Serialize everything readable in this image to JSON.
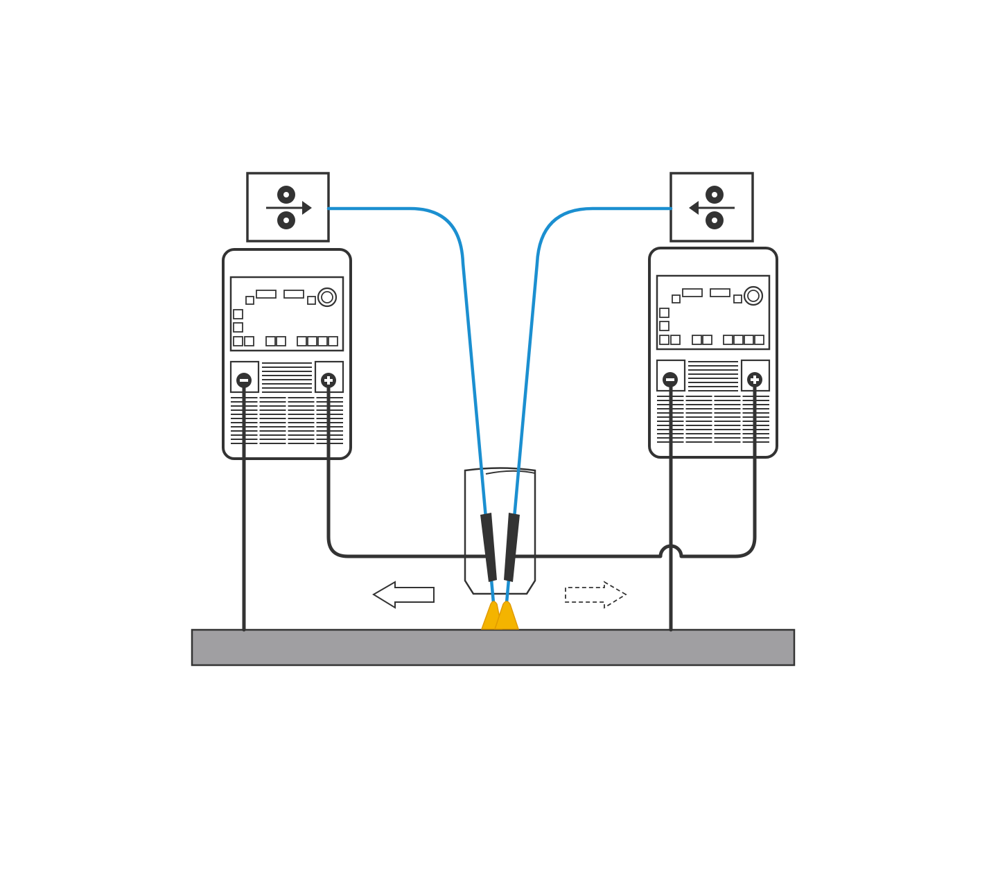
{
  "diagram": {
    "kind": "tandem-wire-welding-setup",
    "colors": {
      "background": "#ffffff",
      "outline": "#333333",
      "cable": "#333333",
      "wire": "#1b8fd0",
      "arc": "#f4b400",
      "arc_outline": "#e09a00",
      "workpiece": "#a09fa2",
      "arrow_outline": "#333333"
    },
    "power_sources": [
      {
        "id": "left",
        "wire_feeder_icon": "wire-feed-rollers-right-icon",
        "terminals": [
          "minus-terminal-icon",
          "plus-terminal-icon"
        ]
      },
      {
        "id": "right",
        "wire_feeder_icon": "wire-feed-rollers-left-icon",
        "terminals": [
          "minus-terminal-icon",
          "plus-terminal-icon"
        ]
      }
    ],
    "travel_direction_icons": [
      "solid-arrow-left-icon",
      "dashed-arrow-right-icon"
    ]
  }
}
